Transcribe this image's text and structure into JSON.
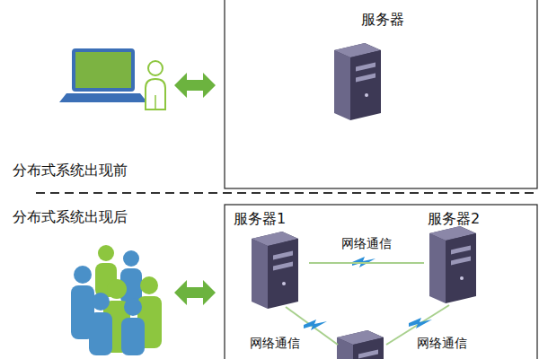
{
  "diagram": {
    "nodes": [
      {
        "text": [
          "服务器"
        ]
      },
      {
        "text": [
          "服务器1"
        ]
      },
      {
        "text": [
          "服务器2"
        ]
      }
    ],
    "edges": [
      {
        "from": 1,
        "to": 2,
        "label": "网络通信",
        "arrow": "none"
      }
    ],
    "labels": [
      "分布式系统出现前",
      "分布式系统出现后",
      "网络通信",
      "网络通信"
    ]
  }
}
